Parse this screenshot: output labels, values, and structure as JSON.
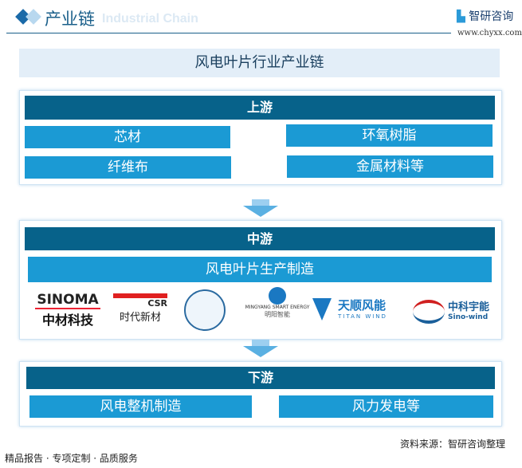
{
  "header": {
    "title": "产业链",
    "subtitle": "Industrial Chain",
    "brand": "智研咨询",
    "url": "www.chyxx.com"
  },
  "chart_title": "风电叶片行业产业链",
  "upstream": {
    "label": "上游",
    "items": [
      "芯材",
      "环氧树脂",
      "纤维布",
      "金属材料等"
    ]
  },
  "midstream": {
    "label": "中游",
    "item": "风电叶片生产制造",
    "logos": [
      {
        "name": "sinoma",
        "text": "SINOMA",
        "sub": "中材科技"
      },
      {
        "name": "csr",
        "text": "CSR",
        "sub": "时代新材"
      },
      {
        "name": "round-badge",
        "text": "",
        "sub": ""
      },
      {
        "name": "mingyang",
        "text": "MINGYANG SMART ENERGY",
        "sub": "明阳智能"
      },
      {
        "name": "titan",
        "text": "天顺风能",
        "sub": "TITAN WIND"
      },
      {
        "name": "sinowind",
        "text": "中科宇能",
        "sub": "Sino-wind"
      }
    ]
  },
  "downstream": {
    "label": "下游",
    "items": [
      "风电整机制造",
      "风力发电等"
    ]
  },
  "footer": {
    "left": "精品报告 · 专项定制 · 品质服务",
    "source": "资料来源：智研咨询整理"
  },
  "colors": {
    "bar": "#07628a",
    "item": "#1b9ad4",
    "accent": "#1a5f8a"
  }
}
